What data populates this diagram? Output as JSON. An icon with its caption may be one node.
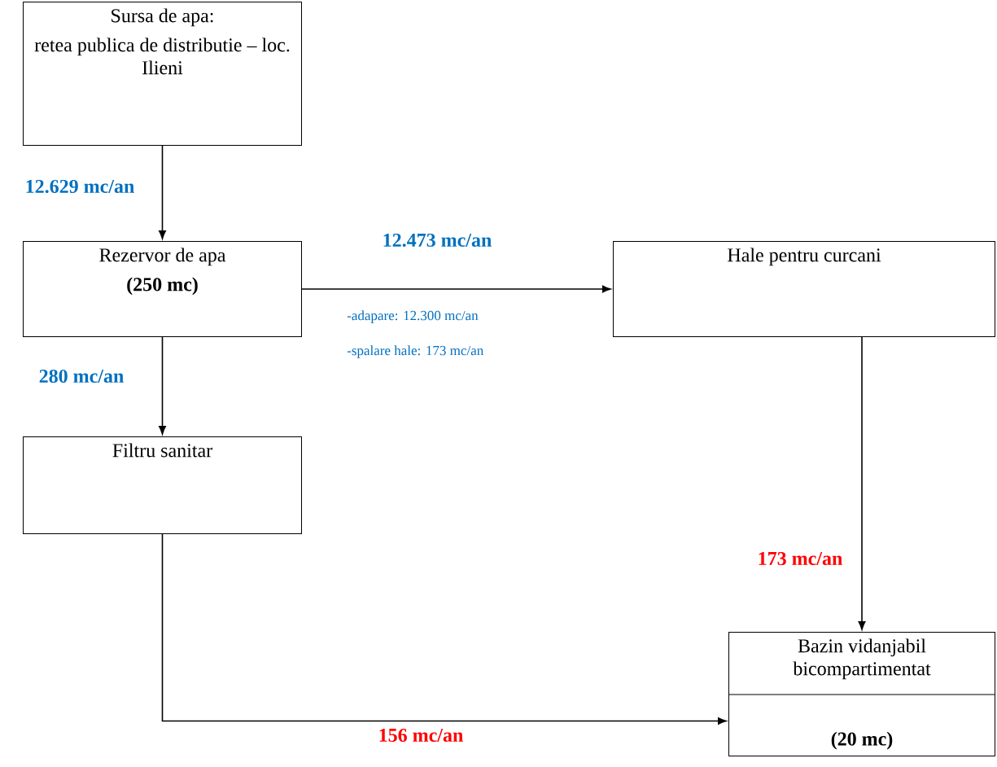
{
  "diagram": {
    "nodes": [
      {
        "text": [
          "Sursa de apa:",
          "retea publica de distributie – loc. Ilieni"
        ]
      },
      {
        "text": [
          "Rezervor de apa",
          "(250 mc)"
        ]
      },
      {
        "text": [
          "Hale pentru curcani"
        ]
      },
      {
        "text": [
          "Filtru sanitar"
        ]
      },
      {
        "text": [
          "Bazin vidanjabil bicompartimentat",
          "(20 mc)"
        ]
      }
    ],
    "edges": [
      {
        "from": 0,
        "to": 1,
        "arrow": "to",
        "label": "12.629 mc/an"
      },
      {
        "from": 1,
        "to": 2,
        "arrow": "to",
        "label": "12.473 mc/an"
      },
      {
        "from": 1,
        "to": 3,
        "arrow": "to",
        "label": "280 mc/an"
      },
      {
        "from": 2,
        "to": 4,
        "arrow": "to",
        "label": "173 mc/an"
      },
      {
        "from": 3,
        "to": 4,
        "arrow": "to",
        "label": "156 mc/an"
      }
    ],
    "labels": [
      "-adapare: 12.300 mc/an",
      "-spalare hale: 173 mc/an"
    ]
  }
}
